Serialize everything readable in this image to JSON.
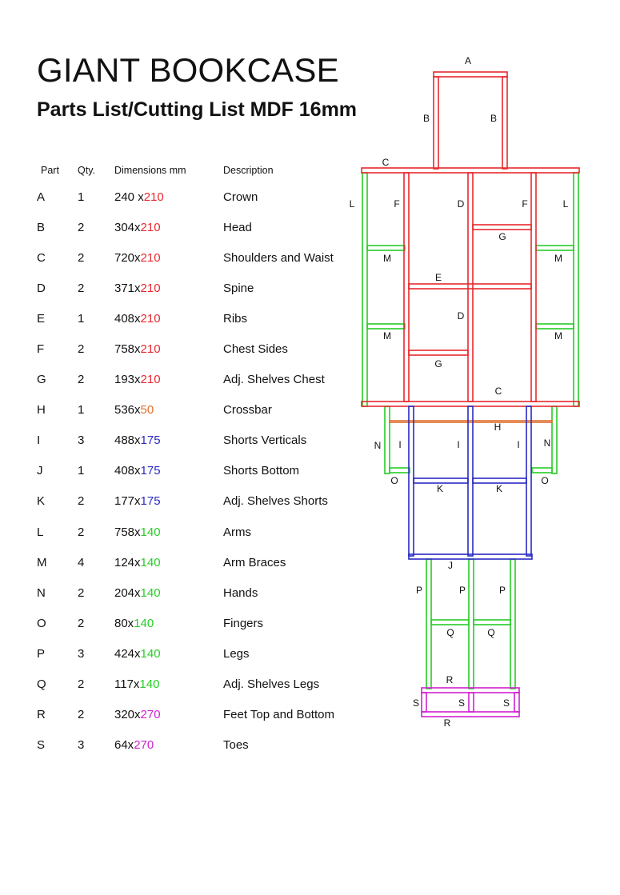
{
  "header": {
    "title": "GIANT BOOKCASE",
    "subtitle": "Parts List/Cutting List MDF 16mm"
  },
  "colors": {
    "red": "#e8292f",
    "orange": "#e07030",
    "blue": "#2a2ac4",
    "green": "#27cc27",
    "magenta": "#d021d0"
  },
  "parts_table": {
    "headers": [
      "Part",
      "Qty.",
      "Dimensions mm",
      "Description"
    ],
    "rows": [
      {
        "part": "A",
        "qty": "1",
        "dim_a": "240 x",
        "dim_b": "210",
        "color": "red",
        "desc": "Crown"
      },
      {
        "part": "B",
        "qty": "2",
        "dim_a": "304x",
        "dim_b": "210",
        "color": "red",
        "desc": "Head"
      },
      {
        "part": "C",
        "qty": "2",
        "dim_a": "720x",
        "dim_b": "210",
        "color": "red",
        "desc": "Shoulders and Waist"
      },
      {
        "part": "D",
        "qty": "2",
        "dim_a": "371x",
        "dim_b": "210",
        "color": "red",
        "desc": "Spine"
      },
      {
        "part": "E",
        "qty": "1",
        "dim_a": "408x",
        "dim_b": "210",
        "color": "red",
        "desc": "Ribs"
      },
      {
        "part": "F",
        "qty": "2",
        "dim_a": "758x",
        "dim_b": "210",
        "color": "red",
        "desc": "Chest Sides"
      },
      {
        "part": "G",
        "qty": "2",
        "dim_a": "193x",
        "dim_b": "210",
        "color": "red",
        "desc": "Adj. Shelves Chest"
      },
      {
        "part": "H",
        "qty": "1",
        "dim_a": "536x",
        "dim_b": "50",
        "color": "orange",
        "desc": "Crossbar"
      },
      {
        "part": "I",
        "qty": "3",
        "dim_a": "488x",
        "dim_b": "175",
        "color": "blue",
        "desc": "Shorts Verticals"
      },
      {
        "part": "J",
        "qty": "1",
        "dim_a": "408x",
        "dim_b": "175",
        "color": "blue",
        "desc": "Shorts Bottom"
      },
      {
        "part": "K",
        "qty": "2",
        "dim_a": "177x",
        "dim_b": "175",
        "color": "blue",
        "desc": "Adj. Shelves Shorts"
      },
      {
        "part": "L",
        "qty": "2",
        "dim_a": "758x",
        "dim_b": "140",
        "color": "green",
        "desc": "Arms"
      },
      {
        "part": "M",
        "qty": "4",
        "dim_a": "124x",
        "dim_b": "140",
        "color": "green",
        "desc": "Arm Braces"
      },
      {
        "part": "N",
        "qty": "2",
        "dim_a": "204x",
        "dim_b": "140",
        "color": "green",
        "desc": "Hands"
      },
      {
        "part": "O",
        "qty": "2",
        "dim_a": "80x",
        "dim_b": "140",
        "color": "green",
        "desc": "Fingers"
      },
      {
        "part": "P",
        "qty": "3",
        "dim_a": "424x",
        "dim_b": "140",
        "color": "green",
        "desc": "Legs"
      },
      {
        "part": "Q",
        "qty": "2",
        "dim_a": "117x",
        "dim_b": "140",
        "color": "green",
        "desc": "Adj. Shelves Legs"
      },
      {
        "part": "R",
        "qty": "2",
        "dim_a": "320x",
        "dim_b": "270",
        "color": "magenta",
        "desc": "Feet Top and Bottom"
      },
      {
        "part": "S",
        "qty": "3",
        "dim_a": "64x",
        "dim_b": "270",
        "color": "magenta",
        "desc": "Toes"
      }
    ]
  }
}
